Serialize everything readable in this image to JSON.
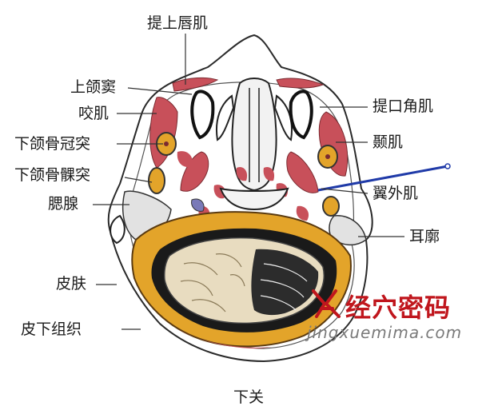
{
  "labels": {
    "levator_labii": "提上唇肌",
    "maxillary_sinus": "上颌窦",
    "masseter": "咬肌",
    "coronoid": "下颌骨冠突",
    "condyle": "下颌骨髁突",
    "parotid": "腮腺",
    "skin": "皮肤",
    "subcutaneous": "皮下组织",
    "levator_anguli": "提口角肌",
    "temporalis": "颞肌",
    "lateral_pterygoid": "翼外肌",
    "auricle": "耳廓",
    "acupoint": "下关"
  },
  "watermark": {
    "title": "经穴密码",
    "url": "jingxuemima.com"
  },
  "colors": {
    "muscle": "#c8505a",
    "fat": "#e3a42a",
    "brain": "#e8dcc0",
    "needle": "#1f3aa8",
    "brand": "#c0161d"
  }
}
